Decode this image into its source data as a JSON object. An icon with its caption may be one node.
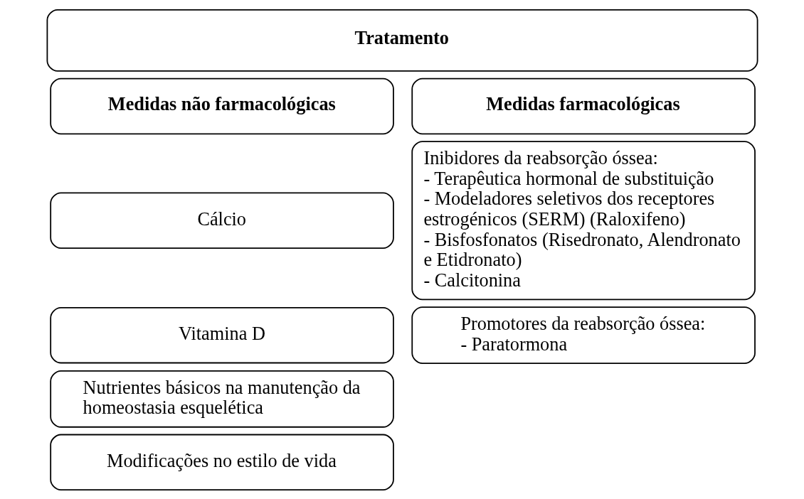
{
  "diagram": {
    "nodes": [
      {
        "text": [
          "Tratamento"
        ]
      },
      {
        "text": [
          "Medidas não farmacológicas"
        ]
      },
      {
        "text": [
          "Cálcio"
        ]
      },
      {
        "text": [
          "Vitamina D"
        ]
      },
      {
        "text": [
          "Nutrientes básicos na manutenção da homeostasia esquelética"
        ]
      },
      {
        "text": [
          "Modificações no estilo de vida"
        ]
      },
      {
        "text": [
          "Medidas farmacológicas"
        ]
      },
      {
        "text": [
          "Inibidores da reabsorção óssea:",
          "- Terapêutica hormonal de substituição",
          "- Modeladores seletivos dos receptores estrogénicos (SERM) (Raloxifeno)",
          "- Bisfosfonatos (Risedronato, Alendronato e Etidronato)",
          "- Calcitonina"
        ]
      },
      {
        "text": [
          "Promotores da reabsorção óssea:",
          "- Paratormona"
        ]
      }
    ],
    "edges": []
  }
}
